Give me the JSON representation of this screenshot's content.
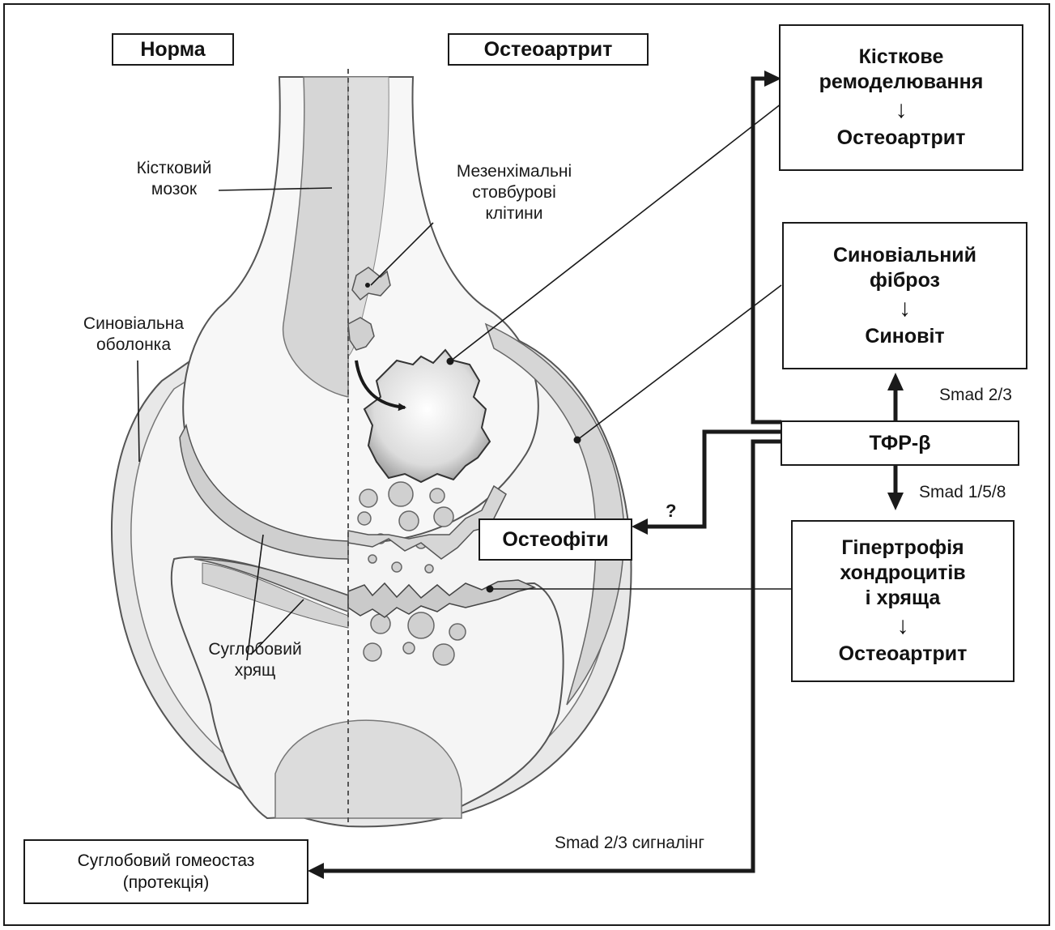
{
  "headers": {
    "normal": "Норма",
    "oa": "Остеоартрит"
  },
  "anatomy": {
    "bone_marrow": [
      "Кістковий",
      "мозок"
    ],
    "msc": [
      "Мезенхімальні",
      "стовбурові",
      "клітини"
    ],
    "synovial_membrane": [
      "Синовіальна",
      "оболонка"
    ],
    "cartilage": [
      "Суглобовий",
      "хрящ"
    ]
  },
  "boxes": {
    "bone_remodeling": {
      "line1": "Кісткове",
      "line2": "ремоделювання",
      "arrow": "↓",
      "result": "Остеоартрит"
    },
    "synovial": {
      "line1": "Синовіальний",
      "line2": "фіброз",
      "arrow": "↓",
      "result": "Синовіт"
    },
    "tgf": "ТФР-β",
    "chondro": {
      "line1": "Гіпертрофія",
      "line2": "хондроцитів",
      "line3": "і хряща",
      "arrow": "↓",
      "result": "Остеоартрит"
    },
    "osteophytes": "Остеофіти",
    "homeostasis": {
      "line1": "Суглобовий гомеостаз",
      "line2": "(протекція)"
    }
  },
  "signals": {
    "smad23": "Smad 2/3",
    "smad158": "Smad 1/5/8",
    "question": "?",
    "smad23_signaling": "Smad 2/3 сигналінг"
  },
  "colors": {
    "line": "#1a1a1a",
    "bone_light": "#efefef",
    "bone_mid": "#dcdcdc",
    "bone_dark": "#c9c9c9"
  }
}
